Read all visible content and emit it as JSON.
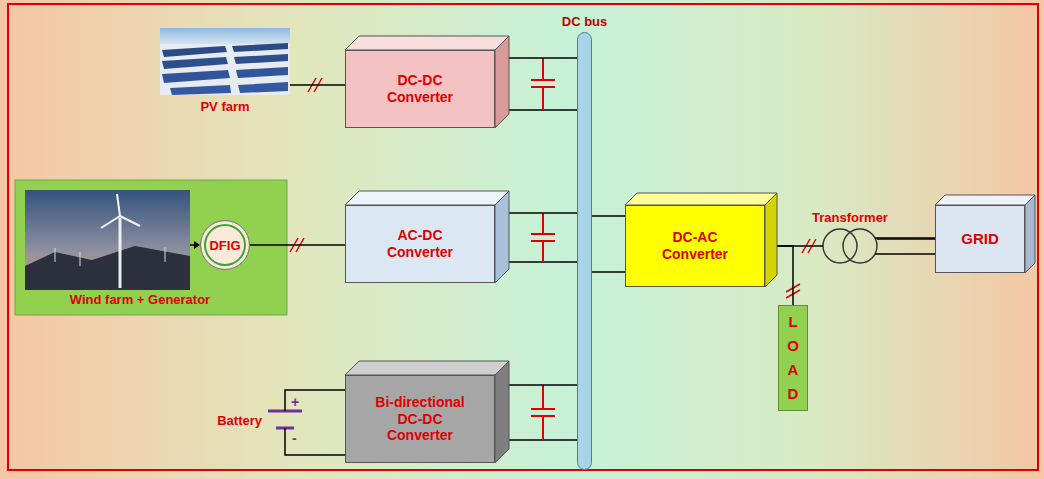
{
  "diagram": {
    "nodes": [
      {
        "text": [
          "PV farm"
        ]
      },
      {
        "text": [
          "DC-DC Converter"
        ]
      },
      {
        "text": [
          "Wind farm + Generator"
        ]
      },
      {
        "text": [
          "DFIG"
        ],
        "in": 2
      },
      {
        "text": [
          "AC-DC Converter"
        ]
      },
      {
        "text": [
          "Battery"
        ]
      },
      {
        "text": [
          "Bi-directional DC-DC Converter"
        ]
      },
      {
        "text": [
          "DC bus"
        ]
      },
      {
        "text": [
          "DC-AC Converter"
        ]
      },
      {
        "text": [
          "Transformer"
        ]
      },
      {
        "text": [
          "GRID"
        ]
      },
      {
        "text": [
          "LOAD"
        ]
      }
    ],
    "edges": [
      {
        "from": 0,
        "to": 1,
        "arrow": "none"
      },
      {
        "from": 1,
        "to": 7,
        "arrow": "none"
      },
      {
        "from": 3,
        "to": 4,
        "arrow": "none"
      },
      {
        "from": 4,
        "to": 7,
        "arrow": "none"
      },
      {
        "from": 5,
        "to": 6,
        "arrow": "none"
      },
      {
        "from": 6,
        "to": 7,
        "arrow": "none"
      },
      {
        "from": 7,
        "to": 8,
        "arrow": "none"
      },
      {
        "from": 8,
        "to": 9,
        "arrow": "none"
      },
      {
        "from": 8,
        "to": 11,
        "arrow": "none"
      },
      {
        "from": 9,
        "to": 10,
        "arrow": "none"
      }
    ],
    "labels": [
      "+",
      "-"
    ]
  }
}
